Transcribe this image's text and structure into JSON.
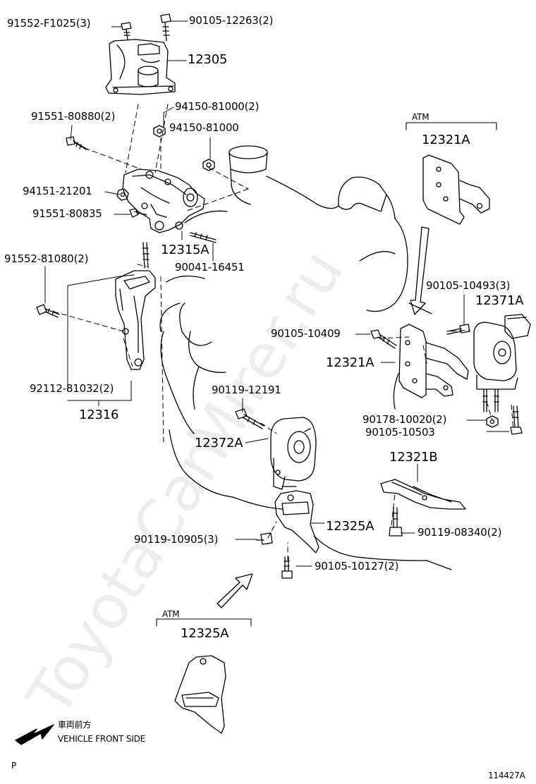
{
  "watermark": "ToyotaCarMirer.ru",
  "labels": {
    "p91552_f1025": "91552-F1025(3)",
    "p90105_12263": "90105-12263(2)",
    "p12305": "12305",
    "p91551_80880": "91551-80880(2)",
    "p94150_81000_2": "94150-81000(2)",
    "p94150_81000": "94150-81000",
    "p94151_21201": "94151-21201",
    "p91551_80835": "91551-80835",
    "p12315A": "12315A",
    "p90041_16451": "90041-16451",
    "p91552_81080": "91552-81080(2)",
    "p92112_81032": "92112-81032(2)",
    "p12316": "12316",
    "atm_top": "ATM",
    "p12321A_top": "12321A",
    "p90105_10493": "90105-10493(3)",
    "p12371A": "12371A",
    "p90105_10409": "90105-10409",
    "p12321A_mid": "12321A",
    "p90119_12191": "90119-12191",
    "p12372A": "12372A",
    "p90178_10020": "90178-10020(2)",
    "p90105_10503": "90105-10503",
    "p12321B": "12321B",
    "p12325A": "12325A",
    "p90119_10905": "90119-10905(3)",
    "p90119_08340": "90119-08340(2)",
    "p90105_10127": "90105-10127(2)",
    "atm_bottom": "ATM",
    "p12325A_bottom": "12325A",
    "front_jp": "車両前方",
    "front_en": "VEHICLE FRONT SIDE",
    "corner_p": "P",
    "drawing_no": "114427A"
  }
}
